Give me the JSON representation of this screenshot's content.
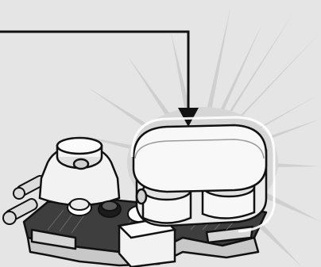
{
  "illustration": {
    "subject": "lego-style-build-step",
    "background_color": "#e5e5e5",
    "burst_color": "#cccccc",
    "brick_light": "#f2f2f2",
    "brick_mid": "#d2d2d2",
    "brick_dark": "#3e3e3e",
    "outline_color": "#111111"
  },
  "callout": {
    "style": "bent-pointer-arrow",
    "icon": "arrow-down"
  }
}
